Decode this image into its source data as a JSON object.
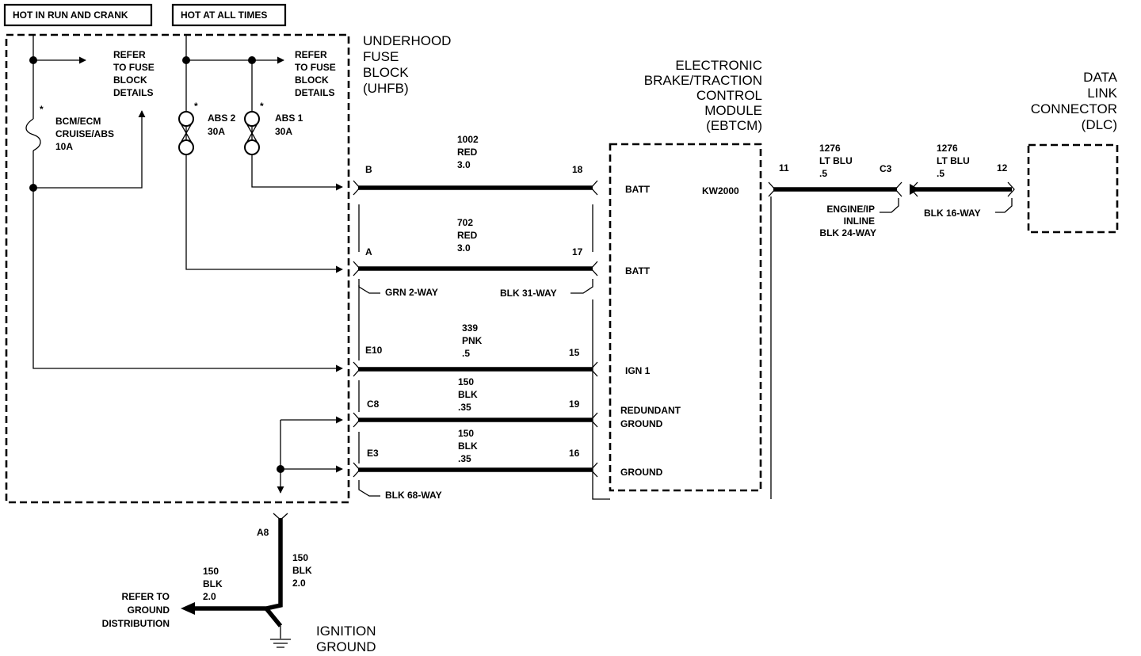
{
  "headers": {
    "hot_in_run": "HOT IN RUN AND CRANK",
    "hot_at_all": "HOT AT ALL TIMES"
  },
  "uhfb": {
    "title": [
      "UNDERHOOD",
      "FUSE",
      "BLOCK",
      "(UHFB)"
    ],
    "refer1": [
      "REFER",
      "TO FUSE",
      "BLOCK",
      "DETAILS"
    ],
    "refer2": [
      "REFER",
      "TO FUSE",
      "BLOCK",
      "DETAILS"
    ],
    "fuse_bcm": [
      "BCM/ECM",
      "CRUISE/ABS",
      "10A"
    ],
    "fuse_abs2": [
      "ABS 2",
      "30A"
    ],
    "fuse_abs1": [
      "ABS 1",
      "30A"
    ],
    "star": "*",
    "connector_note": "BLK 68-WAY"
  },
  "ebtcm": {
    "title": [
      "ELECTRONIC",
      "BRAKE/TRACTION",
      "CONTROL",
      "MODULE",
      "(EBTCM)"
    ],
    "kw": "KW2000",
    "pins": {
      "batt1": "BATT",
      "batt2": "BATT",
      "ign1": "IGN 1",
      "redundant": [
        "REDUNDANT",
        "GROUND"
      ],
      "ground": "GROUND"
    }
  },
  "wires": [
    {
      "left_pin": "B",
      "right_pin": "18",
      "label": [
        "1002",
        "RED",
        "3.0"
      ]
    },
    {
      "left_pin": "A",
      "right_pin": "17",
      "label": [
        "702",
        "RED",
        "3.0"
      ]
    },
    {
      "left_pin": "E10",
      "right_pin": "15",
      "label": [
        "339",
        "PNK",
        ".5"
      ]
    },
    {
      "left_pin": "C8",
      "right_pin": "19",
      "label": [
        "150",
        "BLK",
        ".35"
      ]
    },
    {
      "left_pin": "E3",
      "right_pin": "16",
      "label": [
        "150",
        "BLK",
        ".35"
      ]
    }
  ],
  "connectors": {
    "grn": "GRN 2-WAY",
    "blk31": "BLK 31-WAY"
  },
  "dlc_circuit": {
    "wire1": {
      "label": [
        "1276",
        "LT BLU",
        ".5"
      ],
      "left_pin": "11",
      "right_pin": "C3"
    },
    "wire2": {
      "label": [
        "1276",
        "LT BLU",
        ".5"
      ],
      "right_pin": "12"
    },
    "inline": [
      "ENGINE/IP",
      "INLINE",
      "BLK 24-WAY"
    ],
    "blk16": "BLK 16-WAY",
    "dlc_title": [
      "DATA",
      "LINK",
      "CONNECTOR",
      "(DLC)"
    ]
  },
  "ground_circuit": {
    "pin": "A8",
    "wire_vert": [
      "150",
      "BLK",
      "2.0"
    ],
    "wire_horiz": [
      "150",
      "BLK",
      "2.0"
    ],
    "refer": [
      "REFER TO",
      "GROUND",
      "DISTRIBUTION"
    ],
    "title": [
      "IGNITION",
      "GROUND"
    ]
  }
}
